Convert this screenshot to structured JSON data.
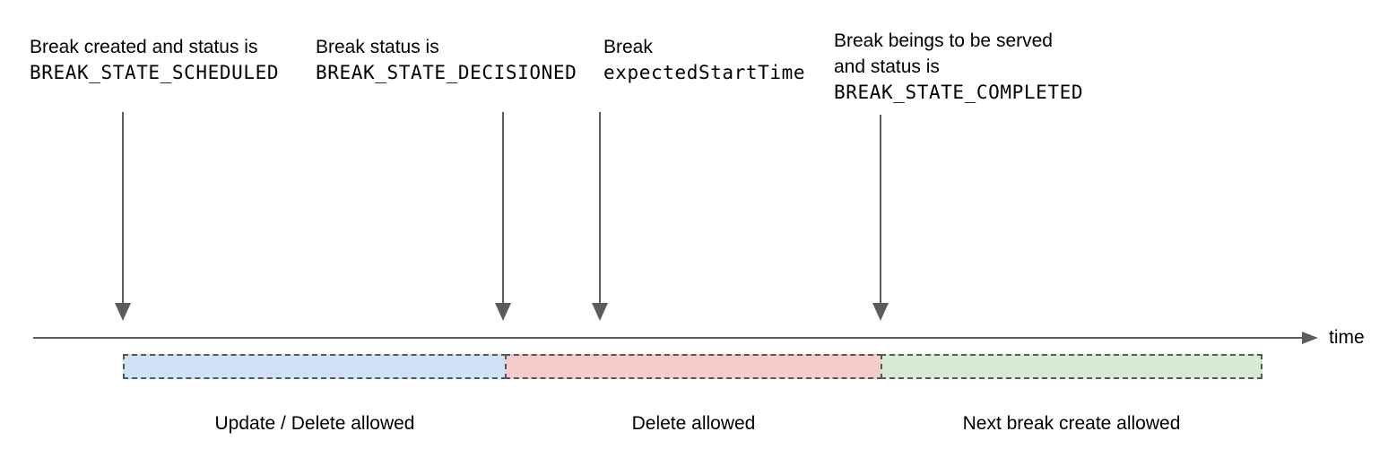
{
  "annotations": {
    "scheduled": {
      "line1": "Break created and status is",
      "code": "BREAK_STATE_SCHEDULED"
    },
    "decisioned": {
      "line1": "Break status is",
      "code": "BREAK_STATE_DECISIONED"
    },
    "expected_start": {
      "line1": "Break",
      "code": "expectedStartTime"
    },
    "completed": {
      "line1": "Break beings to be served",
      "line2": "and status is",
      "code": "BREAK_STATE_COMPLETED"
    }
  },
  "timeline": {
    "axis_label": "time"
  },
  "segments": [
    {
      "label": "Update / Delete allowed",
      "fill": "#cfe2f3"
    },
    {
      "label": "Delete allowed",
      "fill": "#f4cccc"
    },
    {
      "label": "Next break create allowed",
      "fill": "#d9ead3"
    }
  ],
  "colors": {
    "arrow": "#5b5c5e",
    "segment_border": "#565758",
    "text": "#000000",
    "background": "#ffffff"
  }
}
